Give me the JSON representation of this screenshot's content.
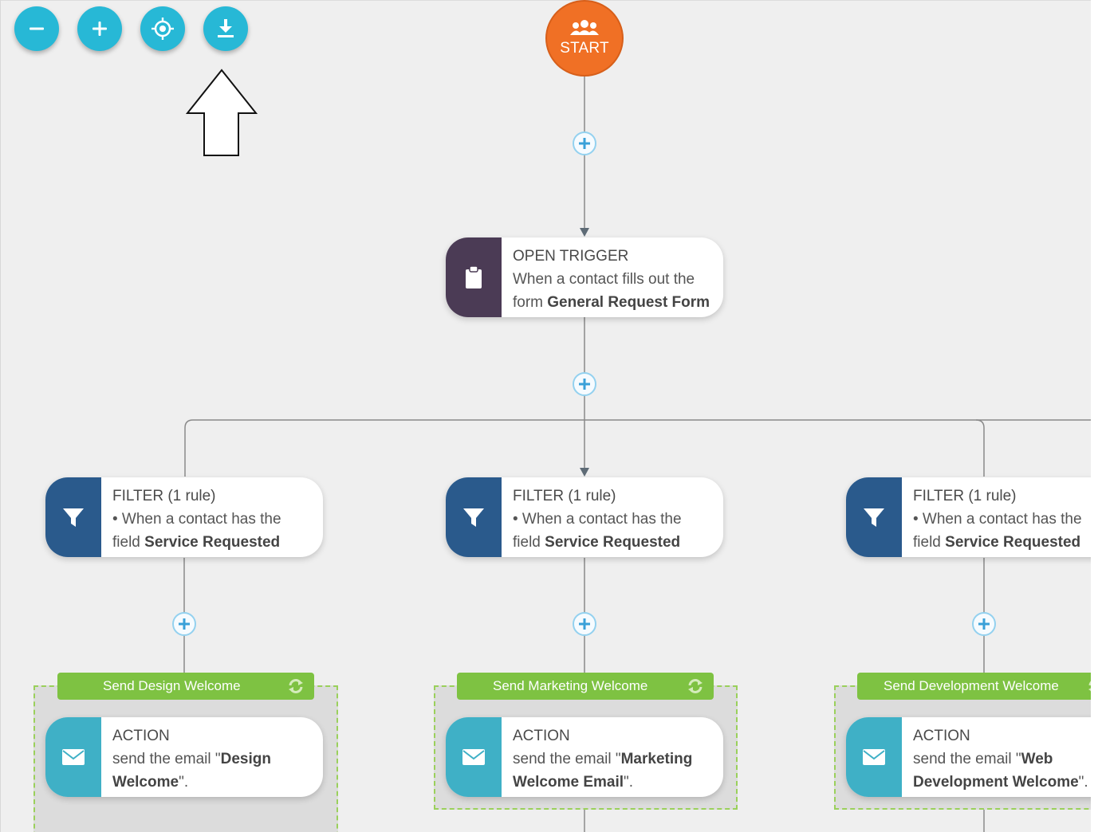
{
  "toolbar": {
    "zoom_out_icon": "minus-icon",
    "zoom_in_icon": "plus-icon",
    "center_icon": "crosshair-icon",
    "download_icon": "download-icon",
    "accent": "#27b8d6"
  },
  "start": {
    "label": "START",
    "icon": "users-icon",
    "color": "#f07025"
  },
  "trigger": {
    "type": "OPEN TRIGGER",
    "line1": "When a contact fills out the",
    "prefix": "form ",
    "form_name": "General Request Form",
    "icon": "clipboard-icon",
    "color": "#4b3b55"
  },
  "filters": [
    {
      "title": "FILTER (1 rule)",
      "line1": "• When a contact has the",
      "prefix": "field ",
      "field": "Service Requested"
    },
    {
      "title": "FILTER (1 rule)",
      "line1": "• When a contact has the",
      "prefix": "field ",
      "field": "Service Requested"
    },
    {
      "title": "FILTER (1 rule)",
      "line1": "• When a contact has the",
      "prefix": "field ",
      "field": "Service Requested"
    }
  ],
  "groups": [
    {
      "name": "Send Design Welcome",
      "action": {
        "title": "ACTION",
        "line1_pre": "send the email \"",
        "line1_bold": "Design",
        "line2_bold": "Welcome",
        "line2_post": "\"."
      }
    },
    {
      "name": "Send Marketing Welcome",
      "action": {
        "title": "ACTION",
        "line1_pre": "send the email \"",
        "line1_bold": "Marketing",
        "line2_bold": "Welcome Email",
        "line2_post": "\"."
      }
    },
    {
      "name": "Send Development Welcome",
      "action": {
        "title": "ACTION",
        "line1_pre": "send the email \"",
        "line1_bold": "Web",
        "line2_bold": "Development Welcome",
        "line2_post": "\"."
      }
    }
  ],
  "colors": {
    "filter": "#2a5a8c",
    "action": "#3fb0c6",
    "group_bar": "#7ec242",
    "plus_border": "#93d1ef"
  }
}
